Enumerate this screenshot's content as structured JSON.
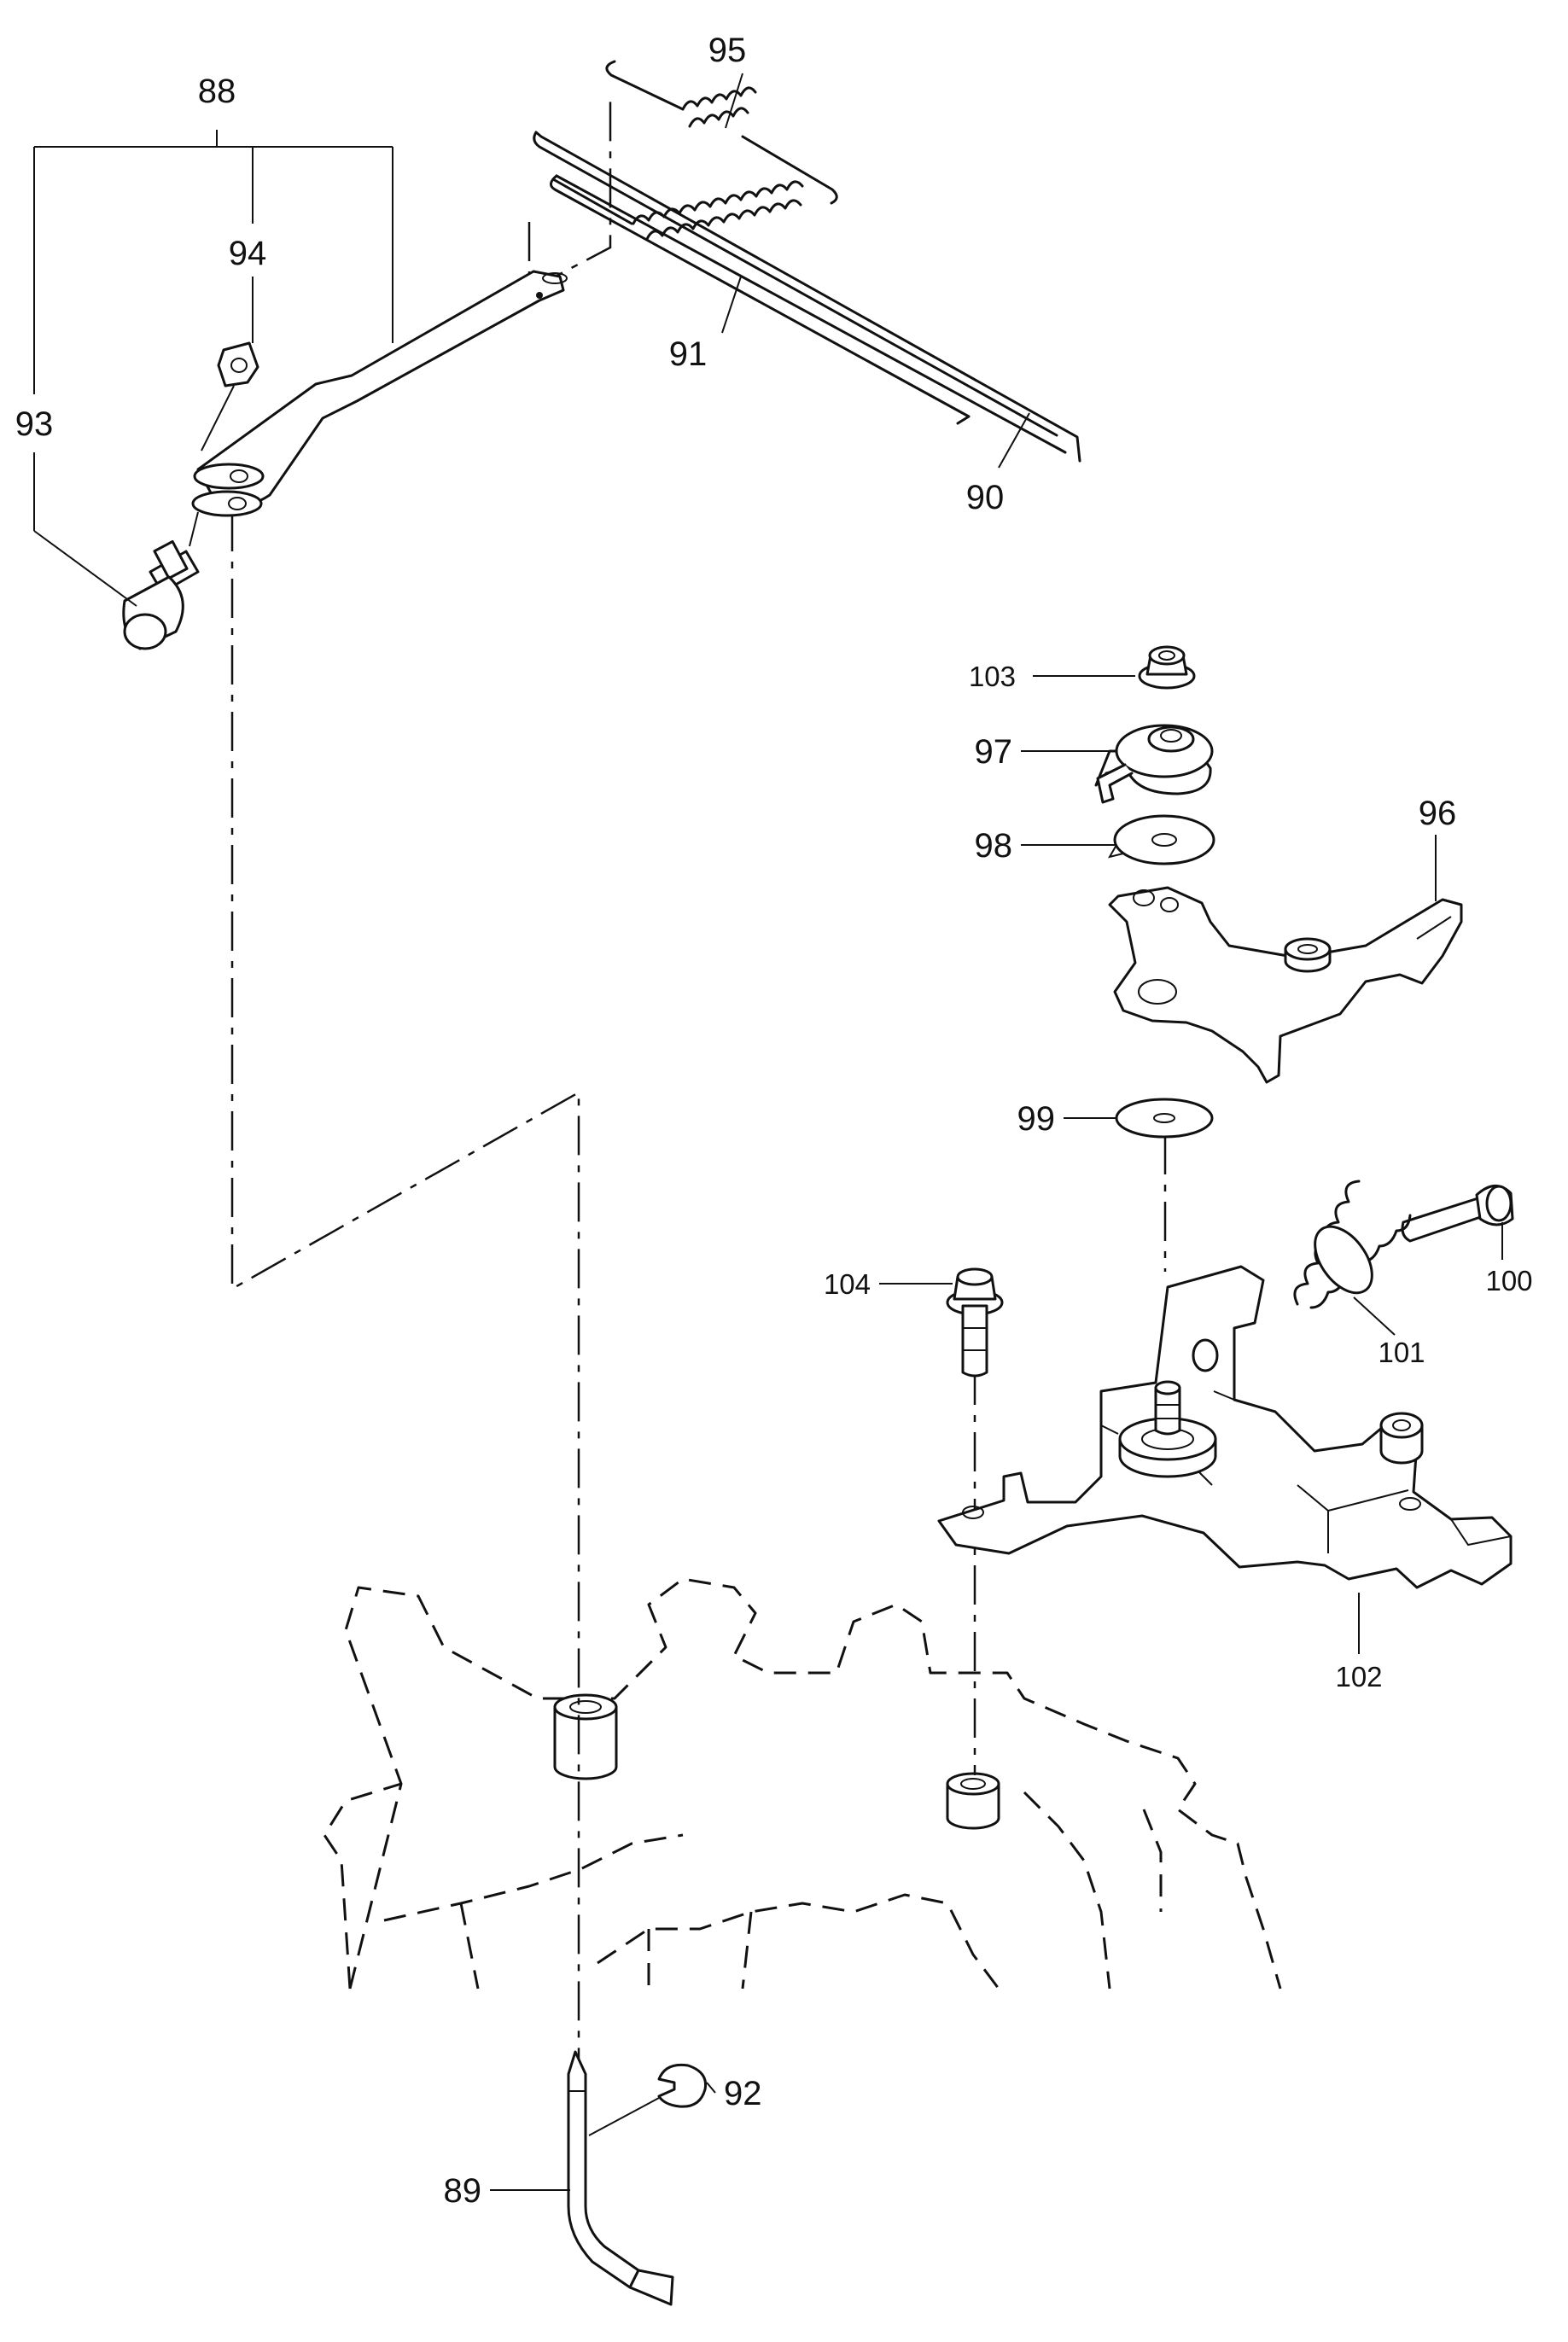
{
  "callouts": {
    "c88": "88",
    "c89": "89",
    "c90": "90",
    "c91": "91",
    "c92": "92",
    "c93": "93",
    "c94": "94",
    "c95": "95",
    "c96": "96",
    "c97": "97",
    "c98": "98",
    "c99": "99",
    "c100": "100",
    "c101": "101",
    "c102": "102",
    "c103": "103",
    "c104": "104"
  }
}
